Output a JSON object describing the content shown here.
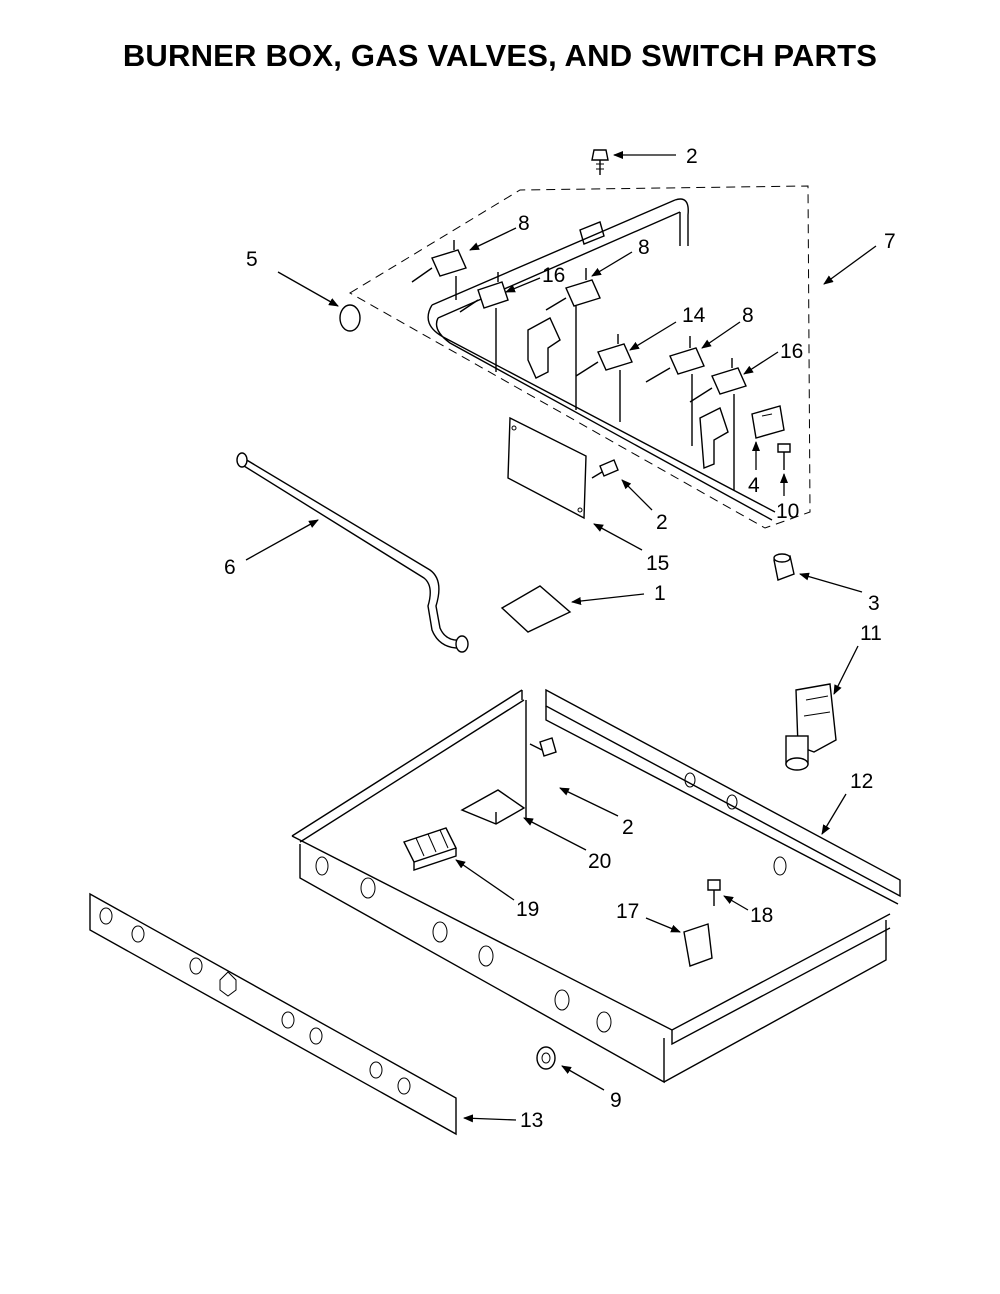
{
  "title": "BURNER BOX, GAS VALVES, AND SWITCH PARTS",
  "callouts": [
    "2",
    "8",
    "5",
    "8",
    "16",
    "7",
    "14",
    "8",
    "16",
    "4",
    "10",
    "2",
    "15",
    "6",
    "1",
    "3",
    "11",
    "12",
    "2",
    "20",
    "19",
    "17",
    "18",
    "13",
    "9"
  ]
}
